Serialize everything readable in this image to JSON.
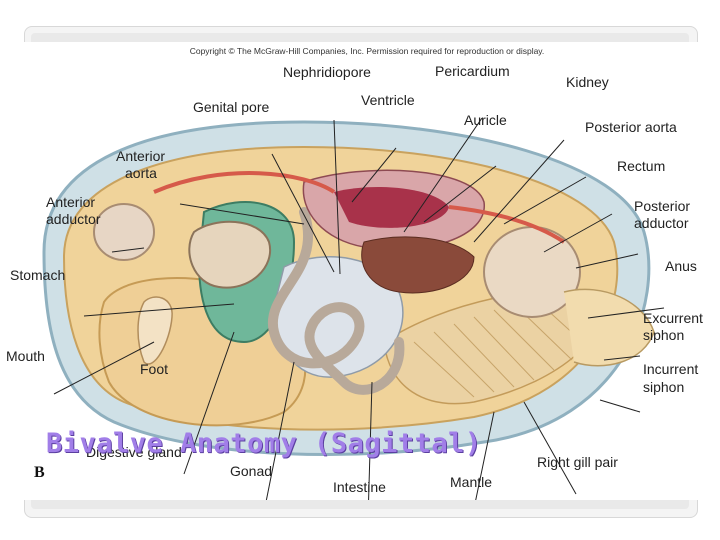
{
  "copyright": "Copyright © The McGraw-Hill Companies, Inc. Permission required for reproduction or display.",
  "slide_title": "Bivalve Anatomy (Sagittal)",
  "panel_letter": "B",
  "labels": {
    "nephridiopore": "Nephridiopore",
    "pericardium": "Pericardium",
    "kidney": "Kidney",
    "genital_pore": "Genital pore",
    "ventricle": "Ventricle",
    "auricle": "Auricle",
    "posterior_aorta": "Posterior aorta",
    "anterior_aorta_1": "Anterior",
    "anterior_aorta_2": "aorta",
    "rectum": "Rectum",
    "anterior_adductor_1": "Anterior",
    "anterior_adductor_2": "adductor",
    "posterior_adductor_1": "Posterior",
    "posterior_adductor_2": "adductor",
    "stomach": "Stomach",
    "anus": "Anus",
    "excurrent_siphon_1": "Excurrent",
    "excurrent_siphon_2": "siphon",
    "mouth": "Mouth",
    "foot": "Foot",
    "incurrent_siphon_1": "Incurrent",
    "incurrent_siphon_2": "siphon",
    "digestive_gland": "Digestive gland",
    "gonad": "Gonad",
    "intestine": "Intestine",
    "mantle": "Mantle",
    "right_gill_pair": "Right gill pair"
  },
  "colors": {
    "shell": "#b9cfd8",
    "body": "#f0d39a",
    "foot": "#efcf96",
    "digestive_gland": "#6fb79a",
    "heart": "#a8324a",
    "kidney": "#8a4a3a",
    "title": "#a17ee8"
  }
}
